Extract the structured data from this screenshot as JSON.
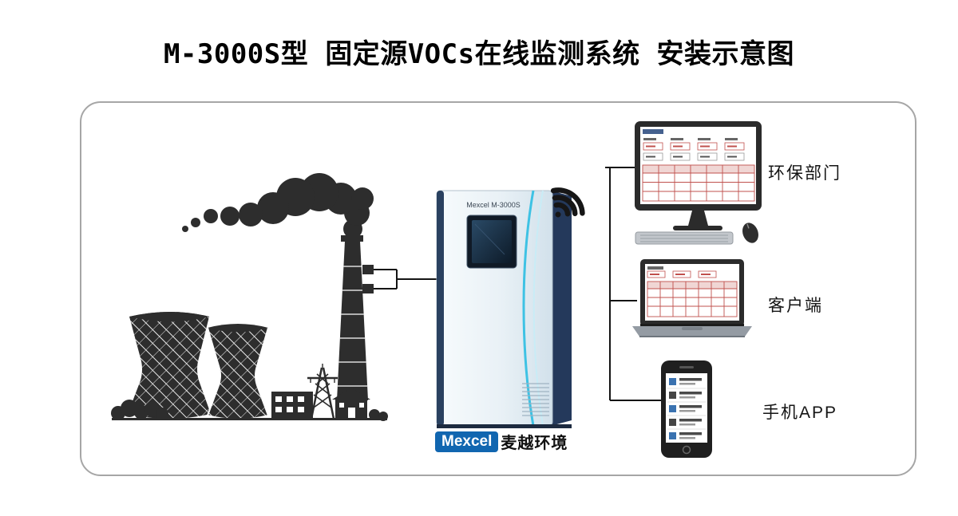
{
  "title": "M-3000S型 固定源VOCs在线监测系统 安装示意图",
  "cabinet": {
    "brand_text": "Mexcel M-3000S"
  },
  "endpoints": [
    {
      "label": "环保部门"
    },
    {
      "label": "客户端"
    },
    {
      "label": "手机APP"
    }
  ],
  "brand": {
    "latin": "Mexcel",
    "cjk": "麦越环境"
  },
  "colors": {
    "silhouette": "#2d2d2d",
    "brand_blue": "#1166b0",
    "accent_cyan": "#3ec2e4",
    "cabinet_panel_navy": "#24395b",
    "table_red": "#c0504d",
    "frame_border_gray": "#a6a6a6"
  }
}
